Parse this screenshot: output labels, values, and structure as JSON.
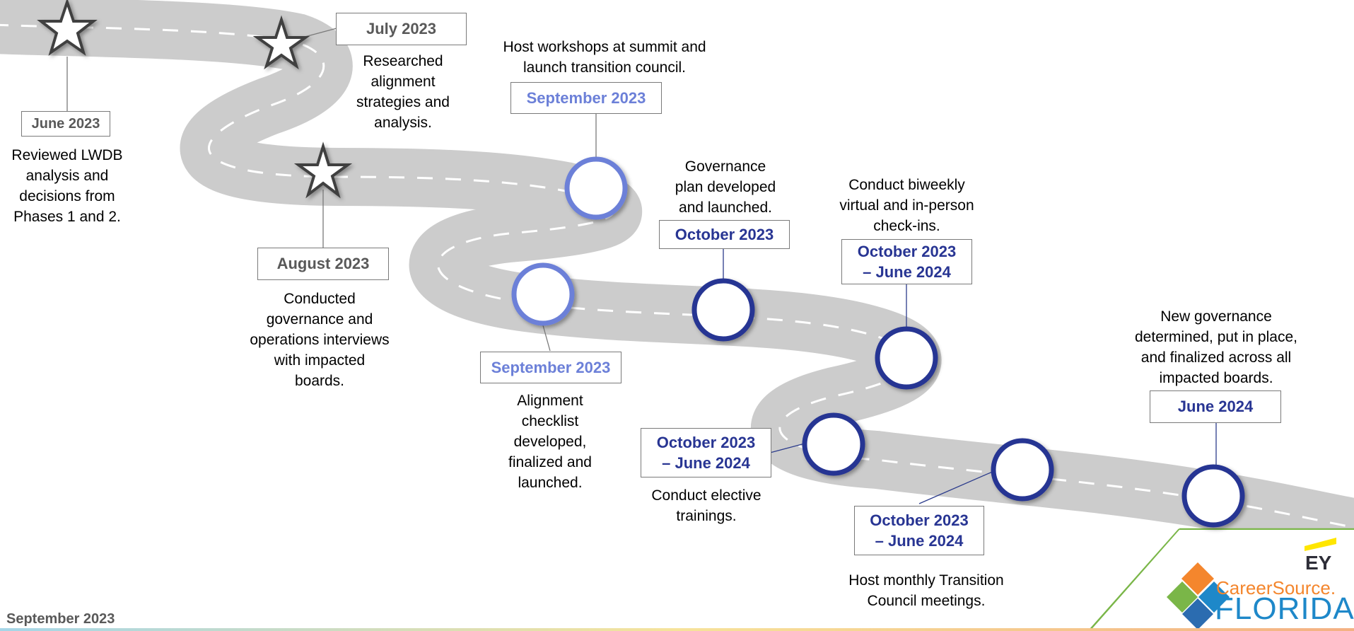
{
  "milestones": [
    {
      "date": "June 2023",
      "description": "Reviewed LWDB\nanalysis and\ndecisions from\nPhases 1 and 2.",
      "marker": "star-icon",
      "status": "completed"
    },
    {
      "date": "July 2023",
      "description": "Researched\nalignment\nstrategies and\nanalysis.",
      "marker": "star-icon",
      "status": "completed"
    },
    {
      "date": "August 2023",
      "description": "Conducted\ngovernance and\noperations interviews\nwith impacted\nboards.",
      "marker": "star-icon",
      "status": "completed"
    },
    {
      "date": "September 2023",
      "description": "Host workshops at summit and\nlaunch transition council.",
      "marker": "circle-marker",
      "status": "current"
    },
    {
      "date": "September 2023",
      "description": "Alignment\nchecklist\ndeveloped,\nfinalized and\nlaunched.",
      "marker": "circle-marker",
      "status": "current"
    },
    {
      "date": "October 2023",
      "description": "Governance\nplan developed\nand launched.",
      "marker": "circle-marker",
      "status": "upcoming"
    },
    {
      "date": "October 2023\n– June 2024",
      "description": "Conduct biweekly\nvirtual and in-person\ncheck-ins.",
      "marker": "circle-marker",
      "status": "upcoming"
    },
    {
      "date": "October 2023\n– June 2024",
      "description": "Conduct elective\ntrainings.",
      "marker": "circle-marker",
      "status": "upcoming"
    },
    {
      "date": "October 2023\n– June 2024",
      "description": "Host monthly Transition\nCouncil meetings.",
      "marker": "circle-marker",
      "status": "upcoming"
    },
    {
      "date": "June 2024",
      "description": "New governance\ndetermined, put in place,\nand finalized across all\nimpacted boards.",
      "marker": "circle-marker",
      "status": "upcoming"
    }
  ],
  "footer": {
    "date": "September 2023"
  },
  "logos": {
    "ey": "EY",
    "careersource": "CareerSource.",
    "florida": "FLORIDA"
  },
  "colors": {
    "road": "#cccccc",
    "completed_text": "#595959",
    "current": "#6c80d8",
    "upcoming": "#283593",
    "star_stroke": "#404040"
  }
}
